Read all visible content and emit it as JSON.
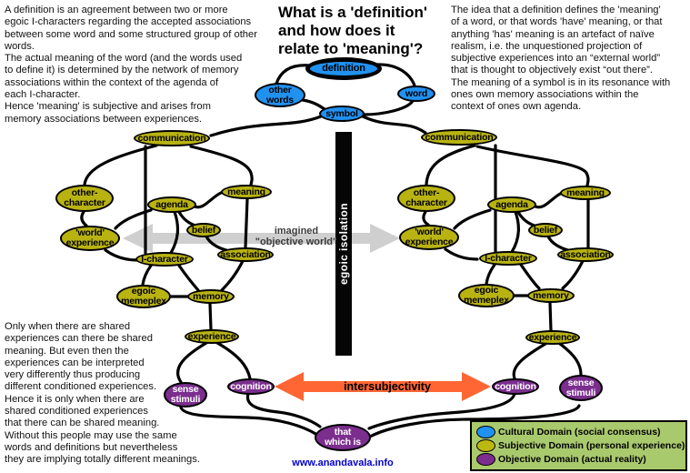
{
  "title": "What is a 'definition'\nand how does it\nrelate to 'meaning'?",
  "paragraphs": {
    "top_left": "A definition is an agreement between two or more\negoic I-characters regarding the accepted associations\nbetween some word and some structured group of other\nwords.\nThe actual meaning of the word (and the words used\nto define it) is determined by the network of memory\nassociations within the context of the agenda of\neach I-character.\nHence 'meaning' is subjective and arises from\nmemory associations between experiences.",
    "top_right": "The idea that a definition defines the 'meaning'\nof a word, or that words 'have' meaning, or that\nanything 'has' meaning is an artefact of naïve\nrealism, i.e. the unquestioned projection of\nsubjective experiences into an “external world”\nthat is thought to objectively exist “out there”.\nThe meaning of a symbol is in its resonance with\nones own memory associations within the\ncontext of ones own agenda.",
    "bottom_left": "Only when there are shared\nexperiences can there be shared\nmeaning. But even then the\nexperiences can be interpreted\nvery differently thus producing\ndifferent conditioned experiences.\nHence it is only when there are\nshared conditioned experiences\nthat there can be shared meaning.\nWithout this people may use the same\nwords and definitions but nevertheless\nthey are implying totally different meanings."
  },
  "nodes": {
    "definition": "definition",
    "other_words": "other\nwords",
    "word": "word",
    "symbol": "symbol",
    "communication": "communication",
    "other_character": "other-\ncharacter",
    "meaning": "meaning",
    "agenda": "agenda",
    "belief": "belief",
    "world_experience": "'world'\nexperience",
    "association": "association",
    "i_character": "I-character",
    "egoic_memeplex": "egoic\nmemeplex",
    "memory": "memory",
    "experience": "experience",
    "sense_stimuli": "sense\nstimuli",
    "cognition": "cognition",
    "that_which_is": "that\nwhich is"
  },
  "annotations": {
    "egoic_isolation": "egoic isolation",
    "imagined_objective_world": "imagined\n\"objective world\"",
    "intersubjectivity": "intersubjectivity",
    "website": "www.anandavala.info"
  },
  "legend": {
    "items": [
      {
        "label": "Cultural Domain (social consensus)",
        "color": "#2191F0"
      },
      {
        "label": "Subjective Domain (personal experience)",
        "color": "#BDB711"
      },
      {
        "label": "Objective Domain (actual reality)",
        "color": "#7B2E8E"
      }
    ]
  },
  "colors": {
    "cultural": "#2191F0",
    "subjective": "#B9B312",
    "objective": "#7B2E8E",
    "gray_arrow": "#CFCFCF",
    "orange_arrow": "#FF6633",
    "legend_bg": "#A9C96D",
    "bar": "#050505"
  }
}
